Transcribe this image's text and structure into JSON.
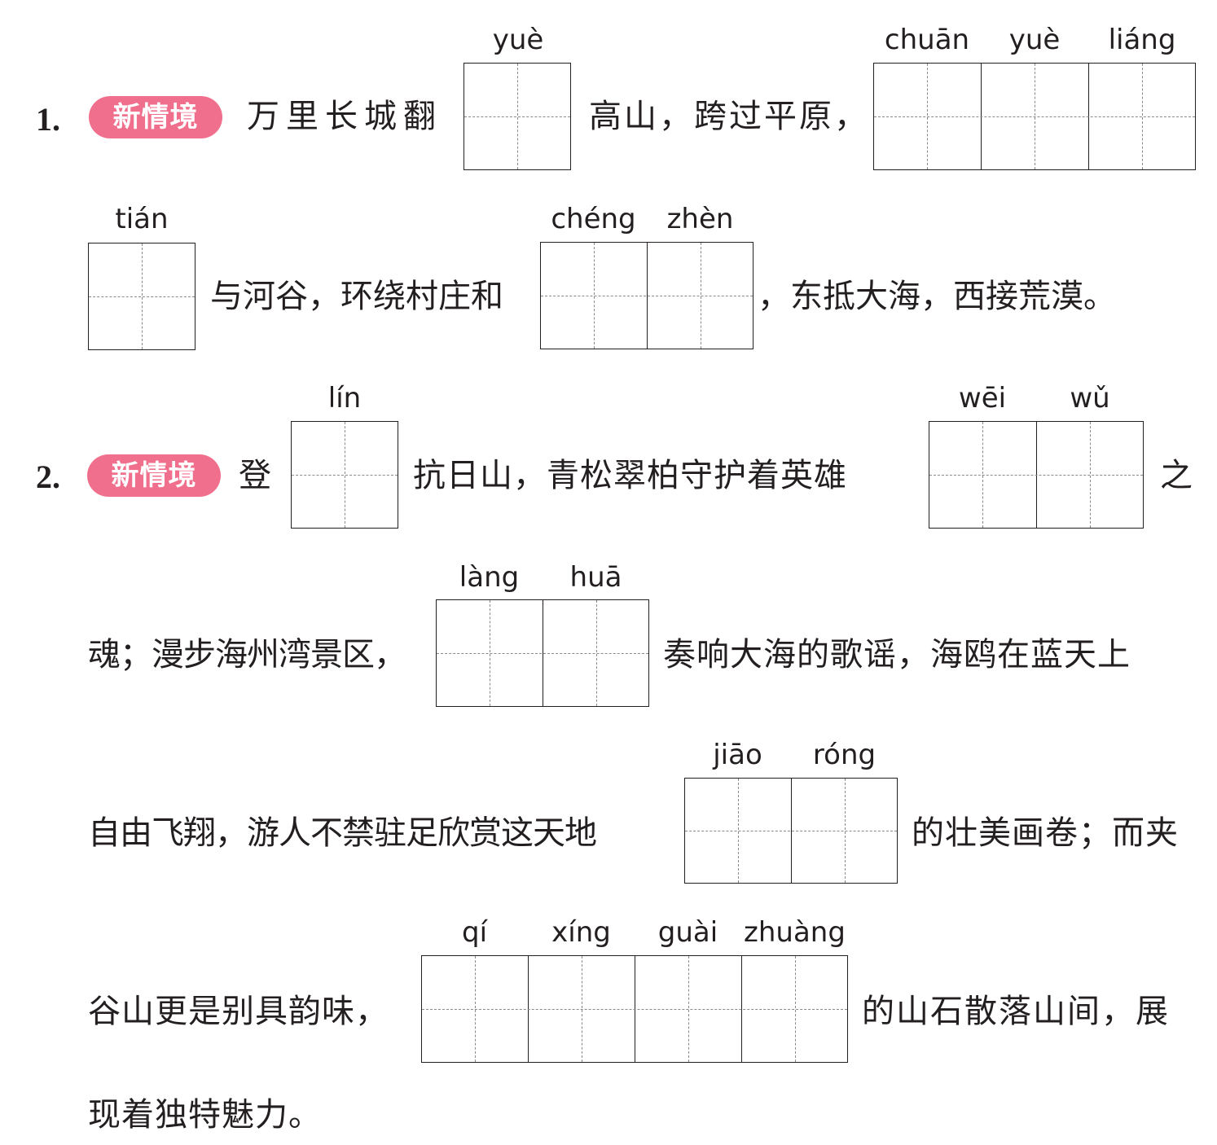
{
  "q1": {
    "number": "1.",
    "tag": "新情境",
    "l1a": "万里长城翻",
    "l1b": "高山，跨过平原，",
    "l2a": "与河谷，环绕村庄和",
    "l2b": "，东抵大海，西接荒漠。",
    "py": {
      "yue1": "yuè",
      "chuan": "chuān",
      "yue2": "yuè",
      "liang": "liáng",
      "tian": "tián",
      "cheng": "chéng",
      "zhen": "zhèn"
    }
  },
  "q2": {
    "number": "2.",
    "tag": "新情境",
    "l1a": "登",
    "l1b": "抗日山，青松翠柏守护着英雄",
    "l1c": "之",
    "l2a": "魂；漫步海州湾景区，",
    "l2b": "奏响大海的歌谣，海鸥在蓝天上",
    "l3a": "自由飞翔，游人不禁驻足欣赏这天地",
    "l3b": "的壮美画卷；而夹",
    "l4a": "谷山更是别具韵味，",
    "l4b": "的山石散落山间，展",
    "l5": "现着独特魅力。",
    "py": {
      "lin": "lín",
      "wei": "wēi",
      "wu": "wǔ",
      "lang": "làng",
      "hua": "huā",
      "jiao": "jiāo",
      "rong": "róng",
      "qi": "qí",
      "xing": "xíng",
      "guai": "guài",
      "zhuang": "zhuàng"
    }
  }
}
